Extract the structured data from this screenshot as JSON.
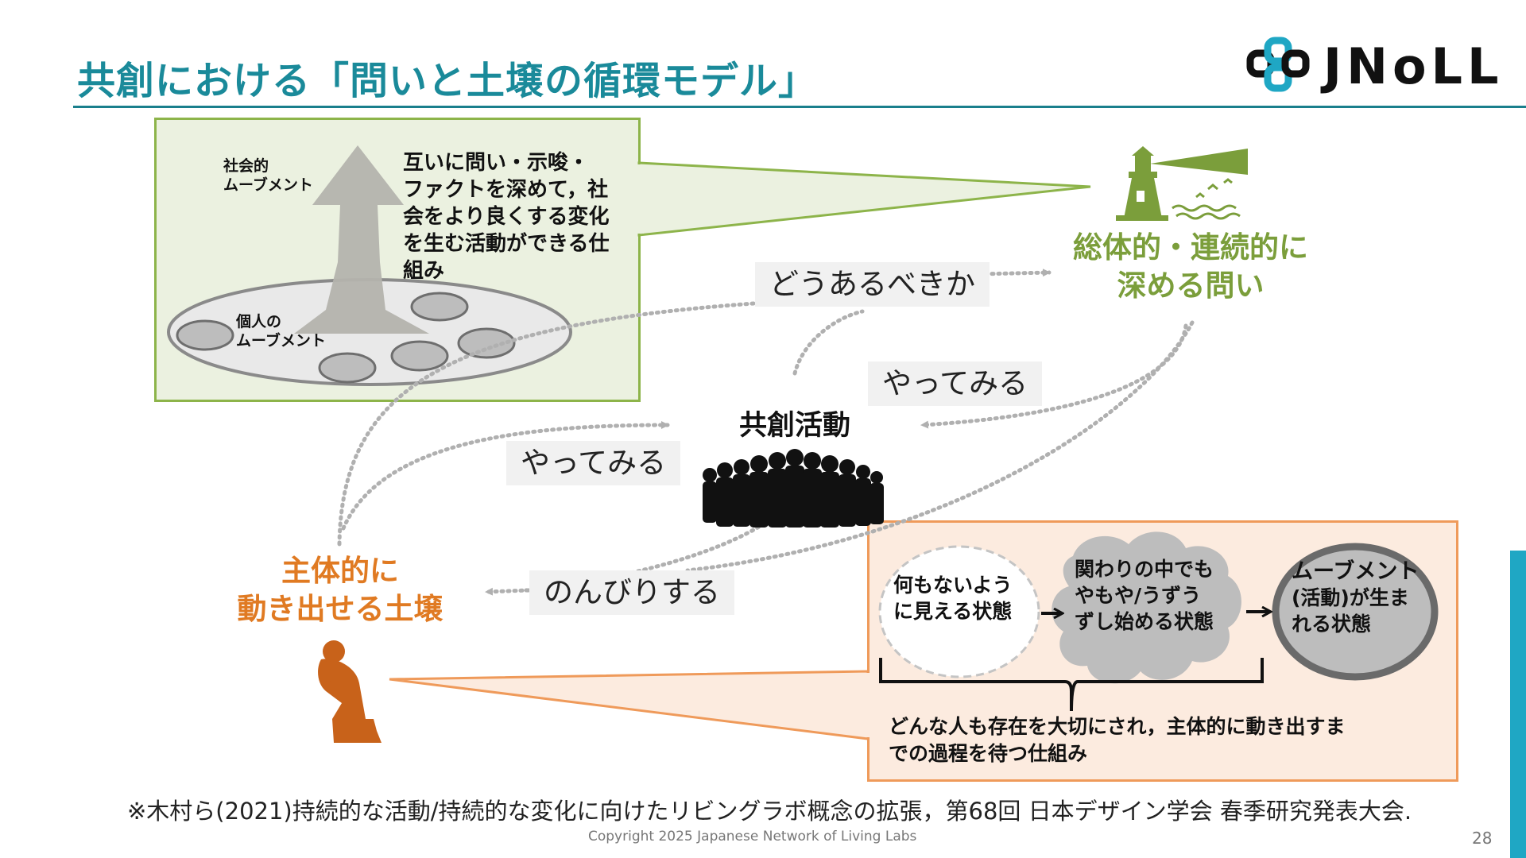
{
  "title": "共創における「問いと土壌の循環モデル」",
  "logo": {
    "text": "JNoLL",
    "icon": "interlocking-links-logo-icon"
  },
  "upper_panel": {
    "social_movement_label": [
      "社会的",
      "ムーブメント"
    ],
    "individual_movement_label": [
      "個人の",
      "ムーブメント"
    ],
    "description_lines": [
      "互いに問い・示唆・",
      "ファクトを深めて，社",
      "会をより良くする変化",
      "を生む活動ができる仕",
      "組み"
    ]
  },
  "question_node": {
    "icon": "lighthouse-icon",
    "heading_lines": [
      "総体的・連続的に",
      "深める問い"
    ]
  },
  "soil_node": {
    "icon": "thinker-statue-icon",
    "heading_lines": [
      "主体的に",
      "動き出せる土壌"
    ]
  },
  "center_node": {
    "label": "共創活動",
    "icon": "crowd-silhouette-icon"
  },
  "flow_labels": {
    "how_it_should_be": "どうあるべきか",
    "try_it_right": "やってみる",
    "try_it_left": "やってみる",
    "relax": "のんびりする"
  },
  "lower_panel": {
    "state_1_lines": [
      "何もないよう",
      "に見える状態"
    ],
    "state_2_lines": [
      "関わりの中でも",
      "やもや/うずう",
      "ずし始める状態"
    ],
    "state_3_lines": [
      "ムーブメント",
      "(活動)が生ま",
      "れる状態"
    ],
    "description_lines": [
      "どんな人も存在を大切にされ，主体的に動き出すま",
      "での過程を待つ仕組み"
    ]
  },
  "footnote": "※木村ら(2021)持続的な活動/持続的な変化に向けたリビングラボ概念の拡張，第68回 日本デザイン学会 春季研究発表大会.",
  "copyright": "Copyright 2025  Japanese Network of Living Labs",
  "page_number": "28",
  "colors": {
    "title": "#1a8a9a",
    "green": "#8db44a",
    "green_text": "#7b9e3b",
    "orange": "#e07a22",
    "orange_border": "#ef9a5a",
    "accent_bar": "#1fa7c4"
  }
}
